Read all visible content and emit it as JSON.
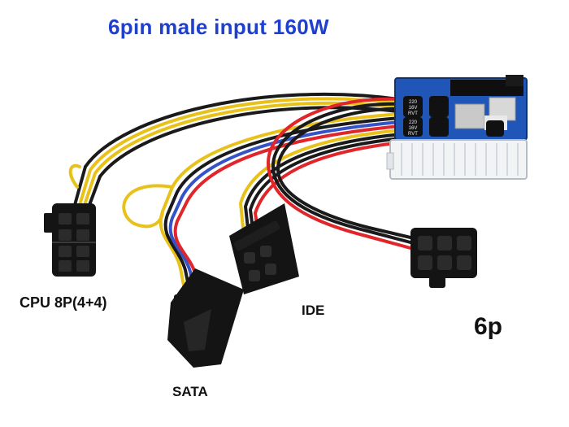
{
  "title": "6pin  male input 160W",
  "labels": {
    "cpu": "CPU 8P(4+4)",
    "ide": "IDE",
    "sata": "SATA",
    "six_pin": "6p"
  },
  "board_markings": {
    "cap_a": "220",
    "cap_b": "16V",
    "cap_c": "RVT",
    "cap_d": "220",
    "cap_e": "16V",
    "cap_f": "RVT"
  },
  "colors": {
    "title": "#1f3fcf",
    "pcb": "#1f56b8",
    "wire_yellow": "#e8c21a",
    "wire_red": "#e0252b",
    "wire_black": "#1a1a1a",
    "wire_blue": "#3553c6",
    "connector": "#141414",
    "atx_plug": "#f1f3f5"
  }
}
